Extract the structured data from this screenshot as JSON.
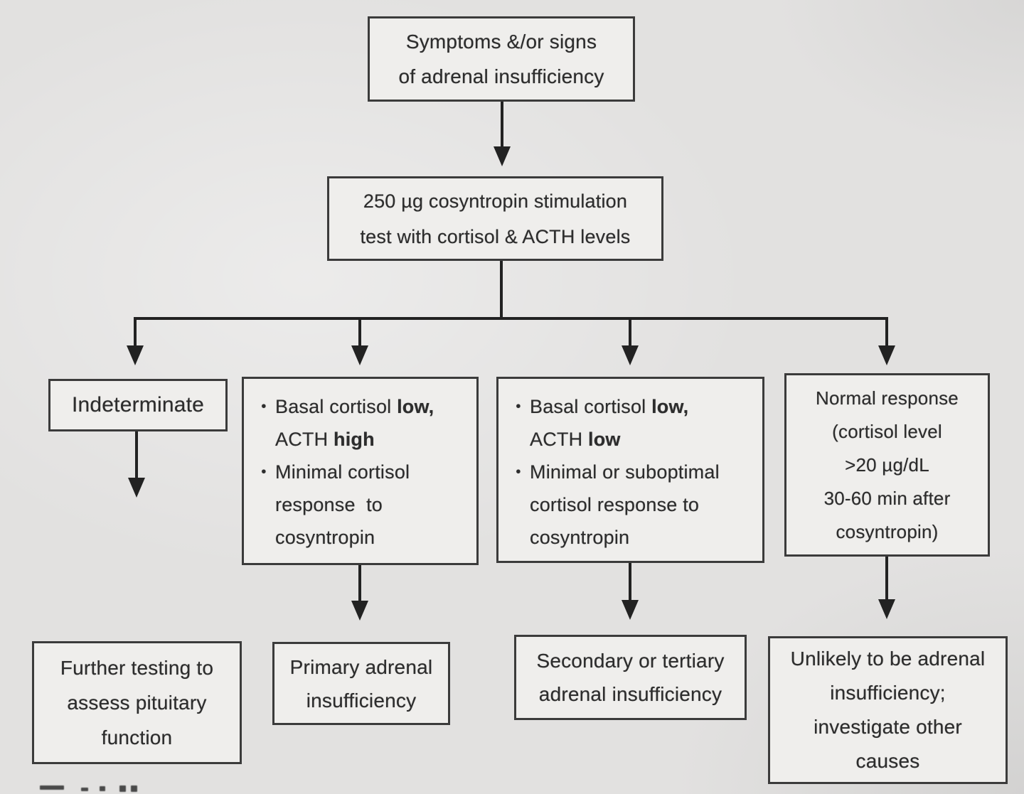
{
  "colors": {
    "page_background": "#e2e1e0",
    "box_fill": "#efeeec",
    "box_border": "#3b3b3b",
    "connector": "#222222",
    "text": "#2d2d2d"
  },
  "flow": {
    "top_box": {
      "line1": "Symptoms &/or signs",
      "line2": "of adrenal insufficiency"
    },
    "test_box": {
      "line1": "250 µg cosyntropin stimulation",
      "line2": "test with cortisol & ACTH levels"
    },
    "indeterminate_box": {
      "label": "Indeterminate"
    },
    "primary_criteria_box": {
      "bullet_marker": "•",
      "b1_plain": "Basal cortisol ",
      "b1_bold": "low,",
      "b1_l2_plain": "ACTH ",
      "b1_l2_bold": "high",
      "b2_l1": "Minimal cortisol",
      "b2_l2": "response  to",
      "b2_l3": "cosyntropin"
    },
    "secondary_criteria_box": {
      "bullet_marker": "•",
      "b1_plain": "Basal cortisol ",
      "b1_bold": "low,",
      "b1_l2_plain": "ACTH ",
      "b1_l2_bold": "low",
      "b2_l1": "Minimal or suboptimal",
      "b2_l2": "cortisol response to",
      "b2_l3": "cosyntropin"
    },
    "normal_box": {
      "l1": "Normal response",
      "l2": "(cortisol level",
      "l3": ">20 µg/dL",
      "l4": "30-60 min after",
      "l5": "cosyntropin)"
    },
    "outcome_pituitary": {
      "l1": "Further testing to",
      "l2": "assess pituitary",
      "l3": "function"
    },
    "outcome_primary": {
      "l1": "Primary adrenal",
      "l2": "insufficiency"
    },
    "outcome_secondary": {
      "l1": "Secondary or tertiary",
      "l2": "adrenal insufficiency"
    },
    "outcome_unlikely": {
      "l1": "Unlikely to be adrenal",
      "l2": "insufficiency;",
      "l3": "investigate other",
      "l4": "causes"
    }
  }
}
